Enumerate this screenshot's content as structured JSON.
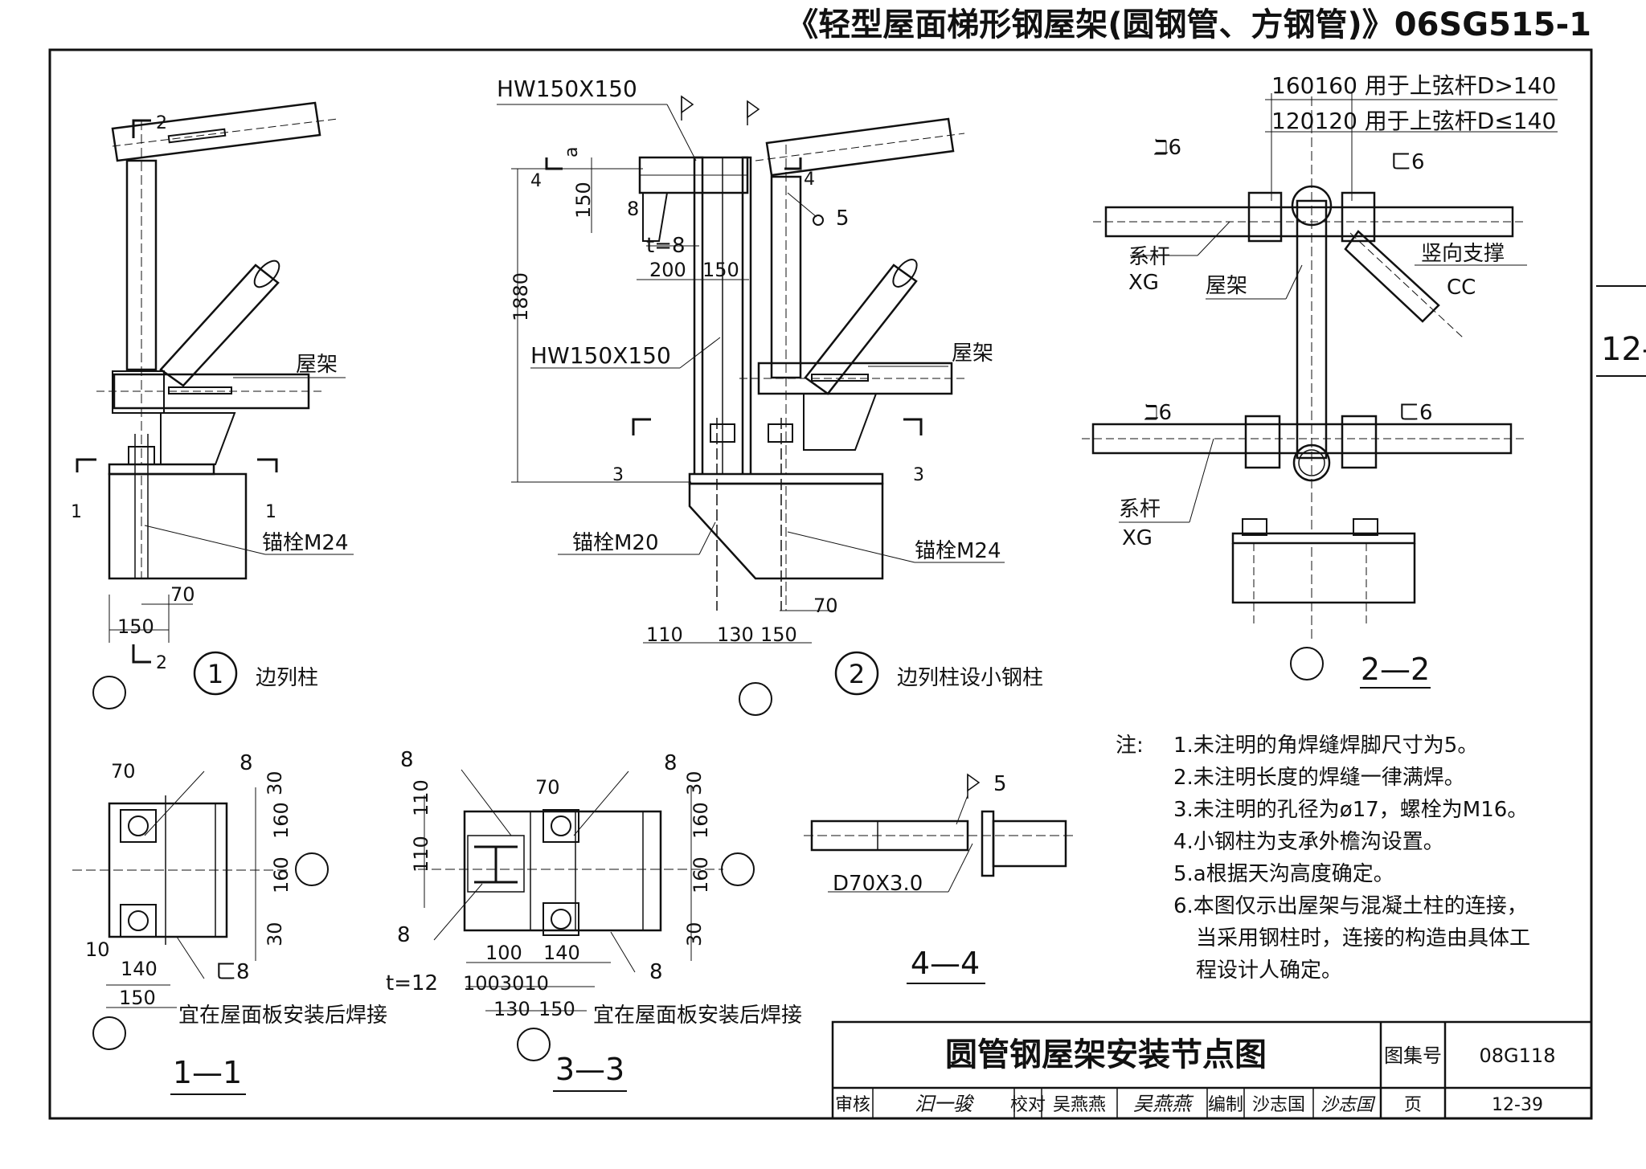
{
  "header": {
    "series_title": "《轻型屋面梯形钢屋架(圆钢管、方钢管)》06SG515-1",
    "side_tab": "12-"
  },
  "detail1": {
    "circle_num": "1",
    "caption": "边列柱",
    "roof_truss": "屋架",
    "anchor": "锚栓M24",
    "dim_70": "70",
    "dim_150": "150",
    "sec_2": "2",
    "sec_1": "1"
  },
  "detail2": {
    "circle_num": "2",
    "caption": "边列柱设小钢柱",
    "hw_top": "HW150X150",
    "hw_mid": "HW150X150",
    "roof_truss": "屋架",
    "anchor_m20": "锚栓M20",
    "anchor_m24": "锚栓M24",
    "dim_a": "a",
    "dim_150": "150",
    "dim_8": "8",
    "dim_t8": "t=8",
    "dim_200": "200",
    "dim_150b": "150",
    "dim_1880": "1880",
    "dim_110": "110",
    "dim_130": "130",
    "dim_150c": "150",
    "dim_70": "70",
    "weld_5": "5",
    "sec_4": "4",
    "sec_3": "3"
  },
  "detail22": {
    "title": "2—2",
    "note_160": "160160 用于上弦杆D>140",
    "note_120": "120120 用于上弦杆D≤140",
    "weld_j6": "ℶ6",
    "weld_c6": "ㄈ6",
    "tie_rod": "系杆",
    "xg": "XG",
    "roof_truss": "屋架",
    "vert_brace": "竖向支撑",
    "cc": "CC"
  },
  "section11": {
    "title": "1—1",
    "dim_70": "70",
    "weld_8": "8",
    "dim_30a": "30",
    "dim_160a": "160",
    "dim_160b": "160",
    "dim_30b": "30",
    "dim_10": "10",
    "dim_140": "140",
    "dim_150": "150",
    "weld_c8": "ㄈ8",
    "after_weld": "宜在屋面板安装后焊接"
  },
  "section33": {
    "title": "3—3",
    "weld_8a": "8",
    "dim_110a": "110",
    "dim_110b": "110",
    "weld_8b": "8",
    "dim_t12": "t=12",
    "dim_70": "70",
    "weld_u8": "8",
    "dim_30a": "30",
    "dim_160a": "160",
    "dim_160b": "160",
    "dim_30b": "30",
    "dim_100": "100",
    "dim_140": "140",
    "dims_row": "1003010",
    "dim_130": "130",
    "dim_150": "150",
    "weld_8c": "8",
    "after_weld": "宜在屋面板安装后焊接"
  },
  "section44": {
    "title": "4—4",
    "weld_5": "5",
    "pipe": "D70X3.0"
  },
  "notes": {
    "label": "注:",
    "items": [
      "1.未注明的角焊缝焊脚尺寸为5。",
      "2.未注明长度的焊缝一律满焊。",
      "3.未注明的孔径为ø17，螺栓为M16。",
      "4.小钢柱为支承外檐沟设置。",
      "5.a根据天沟高度确定。",
      "6.本图仅示出屋架与混凝土柱的连接，",
      "当采用钢柱时，连接的构造由具体工",
      "程设计人确定。"
    ]
  },
  "title_block": {
    "drawing_title": "圆管钢屋架安装节点图",
    "atlas_label": "图集号",
    "atlas_no": "08G118",
    "review_label": "审核",
    "review_sig": "汩一骏",
    "check_label": "校对",
    "check_name": "吴燕燕",
    "check_sig": "吴燕燕",
    "draw_label": "编制",
    "draw_name": "沙志国",
    "draw_sig": "沙志国",
    "page_label": "页",
    "page_no": "12-39"
  }
}
